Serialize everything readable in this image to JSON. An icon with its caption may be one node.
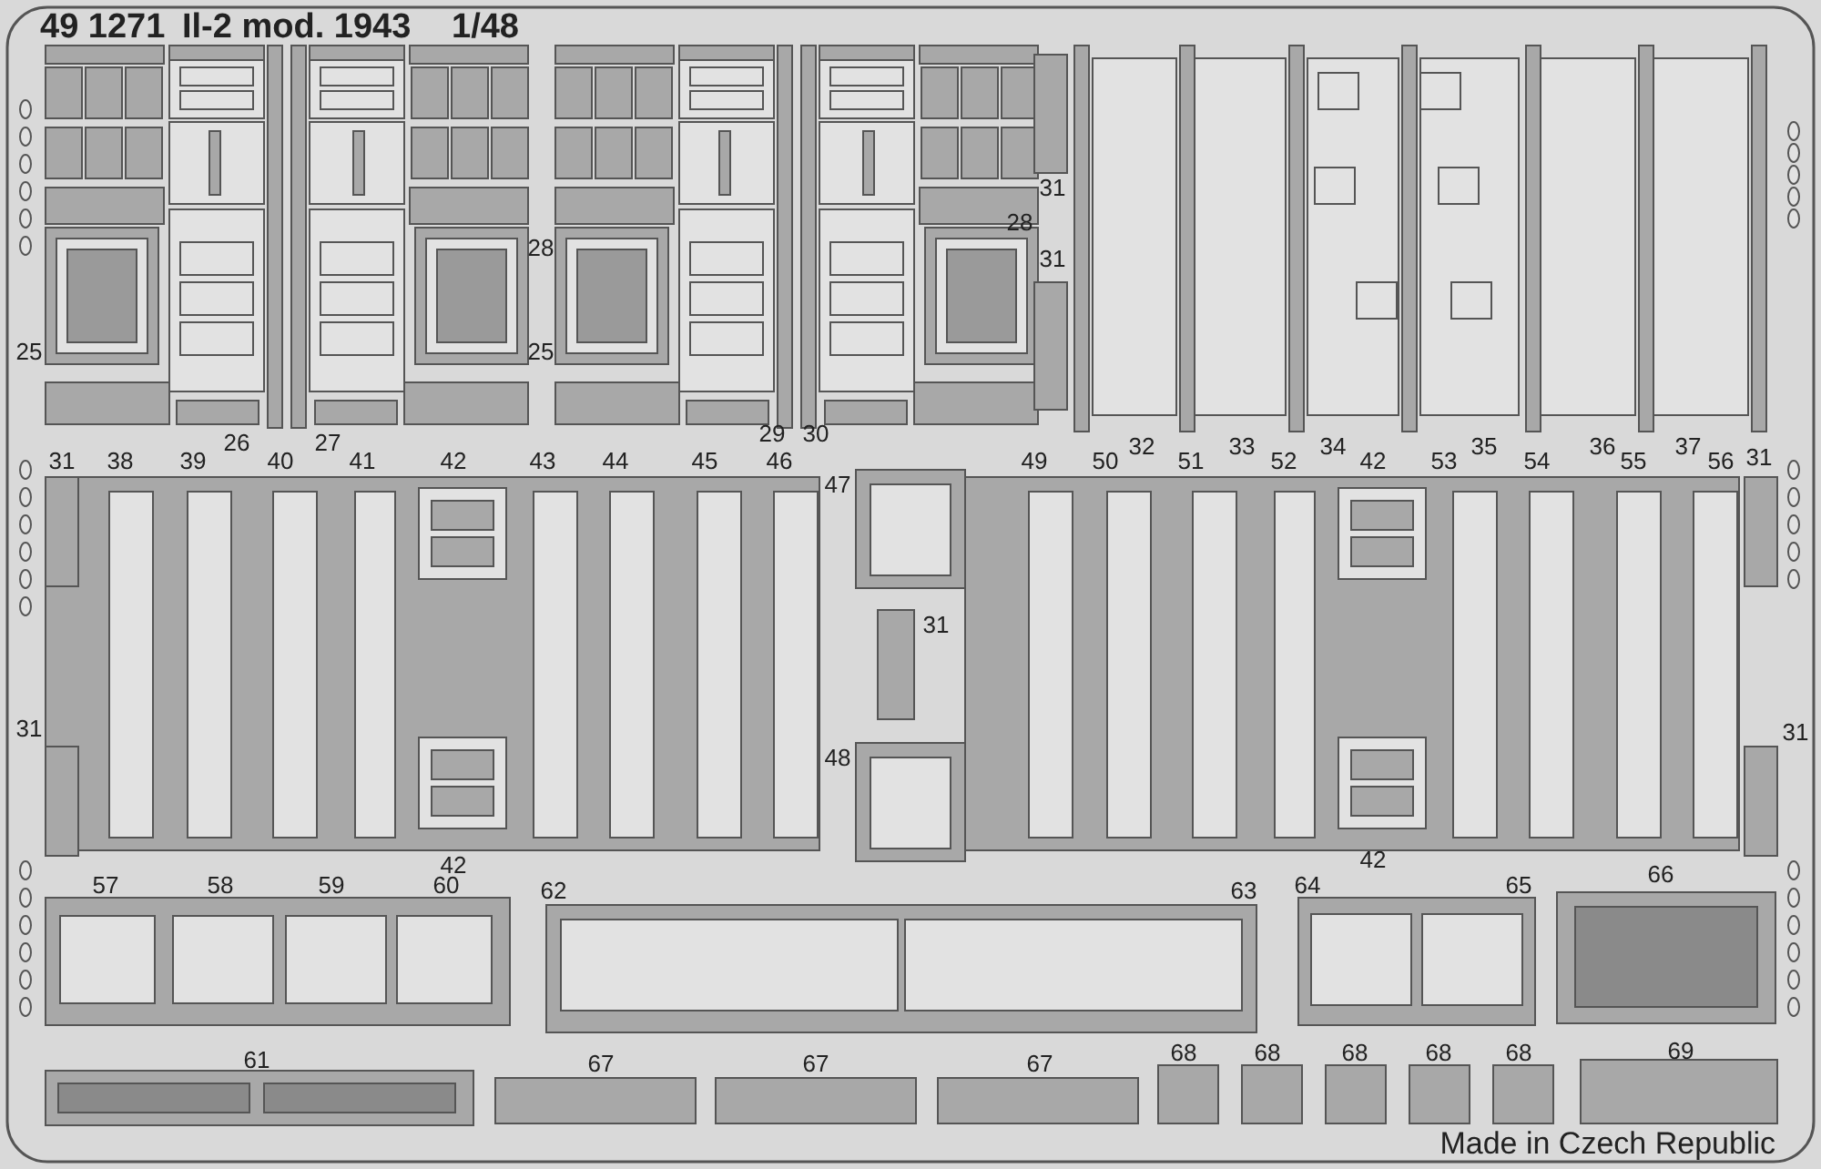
{
  "diagram": {
    "labels": [
      "49 1271",
      "Il-2 mod. 1943",
      "1/48",
      "31",
      "28",
      "28",
      "31",
      "25",
      "25",
      "26",
      "27",
      "29",
      "30",
      "32",
      "33",
      "34",
      "35",
      "36",
      "37",
      "31",
      "38",
      "39",
      "40",
      "41",
      "42",
      "43",
      "44",
      "45",
      "46",
      "49",
      "50",
      "51",
      "52",
      "42",
      "53",
      "54",
      "55",
      "56",
      "31",
      "47",
      "31",
      "31",
      "48",
      "31",
      "42",
      "42",
      "57",
      "58",
      "59",
      "60",
      "62",
      "63",
      "64",
      "65",
      "66",
      "61",
      "67",
      "67",
      "67",
      "68",
      "68",
      "68",
      "68",
      "68",
      "69",
      "Made in Czech Republic"
    ]
  }
}
